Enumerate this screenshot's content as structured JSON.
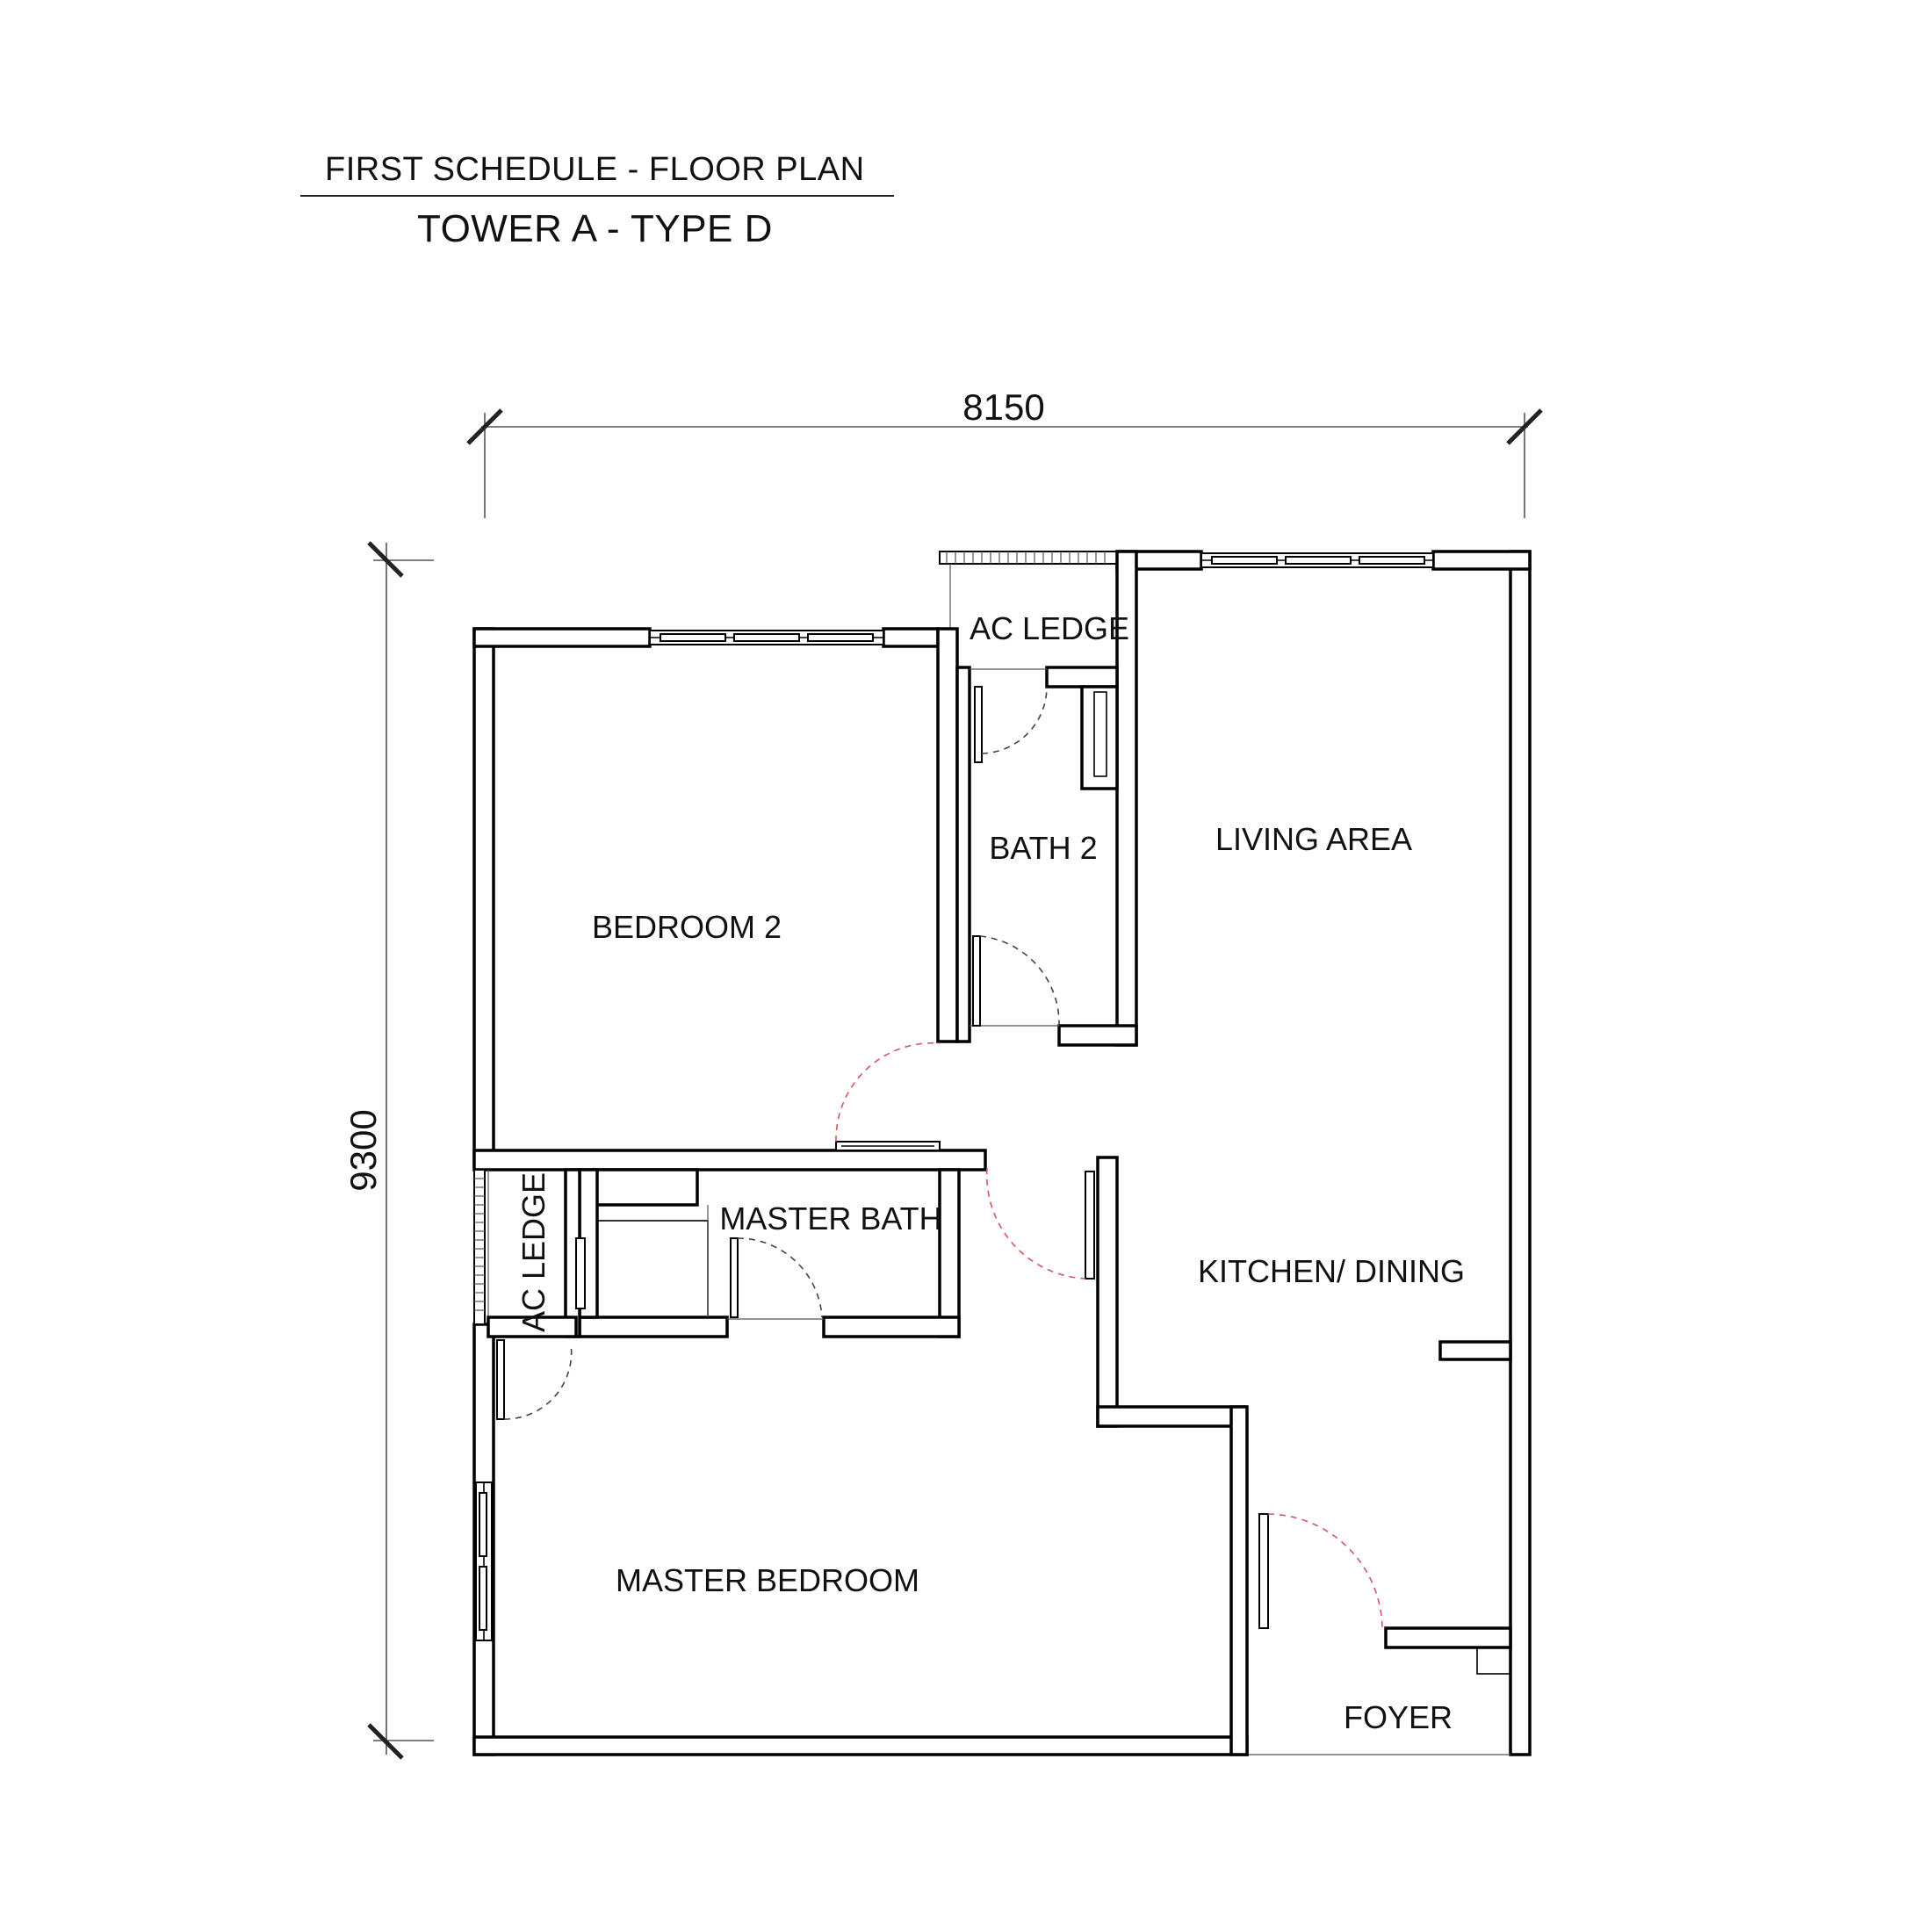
{
  "header": {
    "schedule_title": "FIRST SCHEDULE - FLOOR PLAN",
    "unit_type": "TOWER A - TYPE D"
  },
  "dimensions": {
    "width_mm": "8150",
    "height_mm": "9300"
  },
  "rooms": {
    "ac_ledge_top": "AC LEDGE",
    "bath_2": "BATH 2",
    "living_area": "LIVING AREA",
    "bedroom_2": "BEDROOM 2",
    "master_bath": "MASTER BATH",
    "ac_ledge_side": "AC LEDGE",
    "kitchen_dining": "KITCHEN/ DINING",
    "master_bedroom": "MASTER BEDROOM",
    "foyer": "FOYER"
  },
  "colors": {
    "wall": "#000000",
    "door_swing_accent": "#d9545f"
  }
}
